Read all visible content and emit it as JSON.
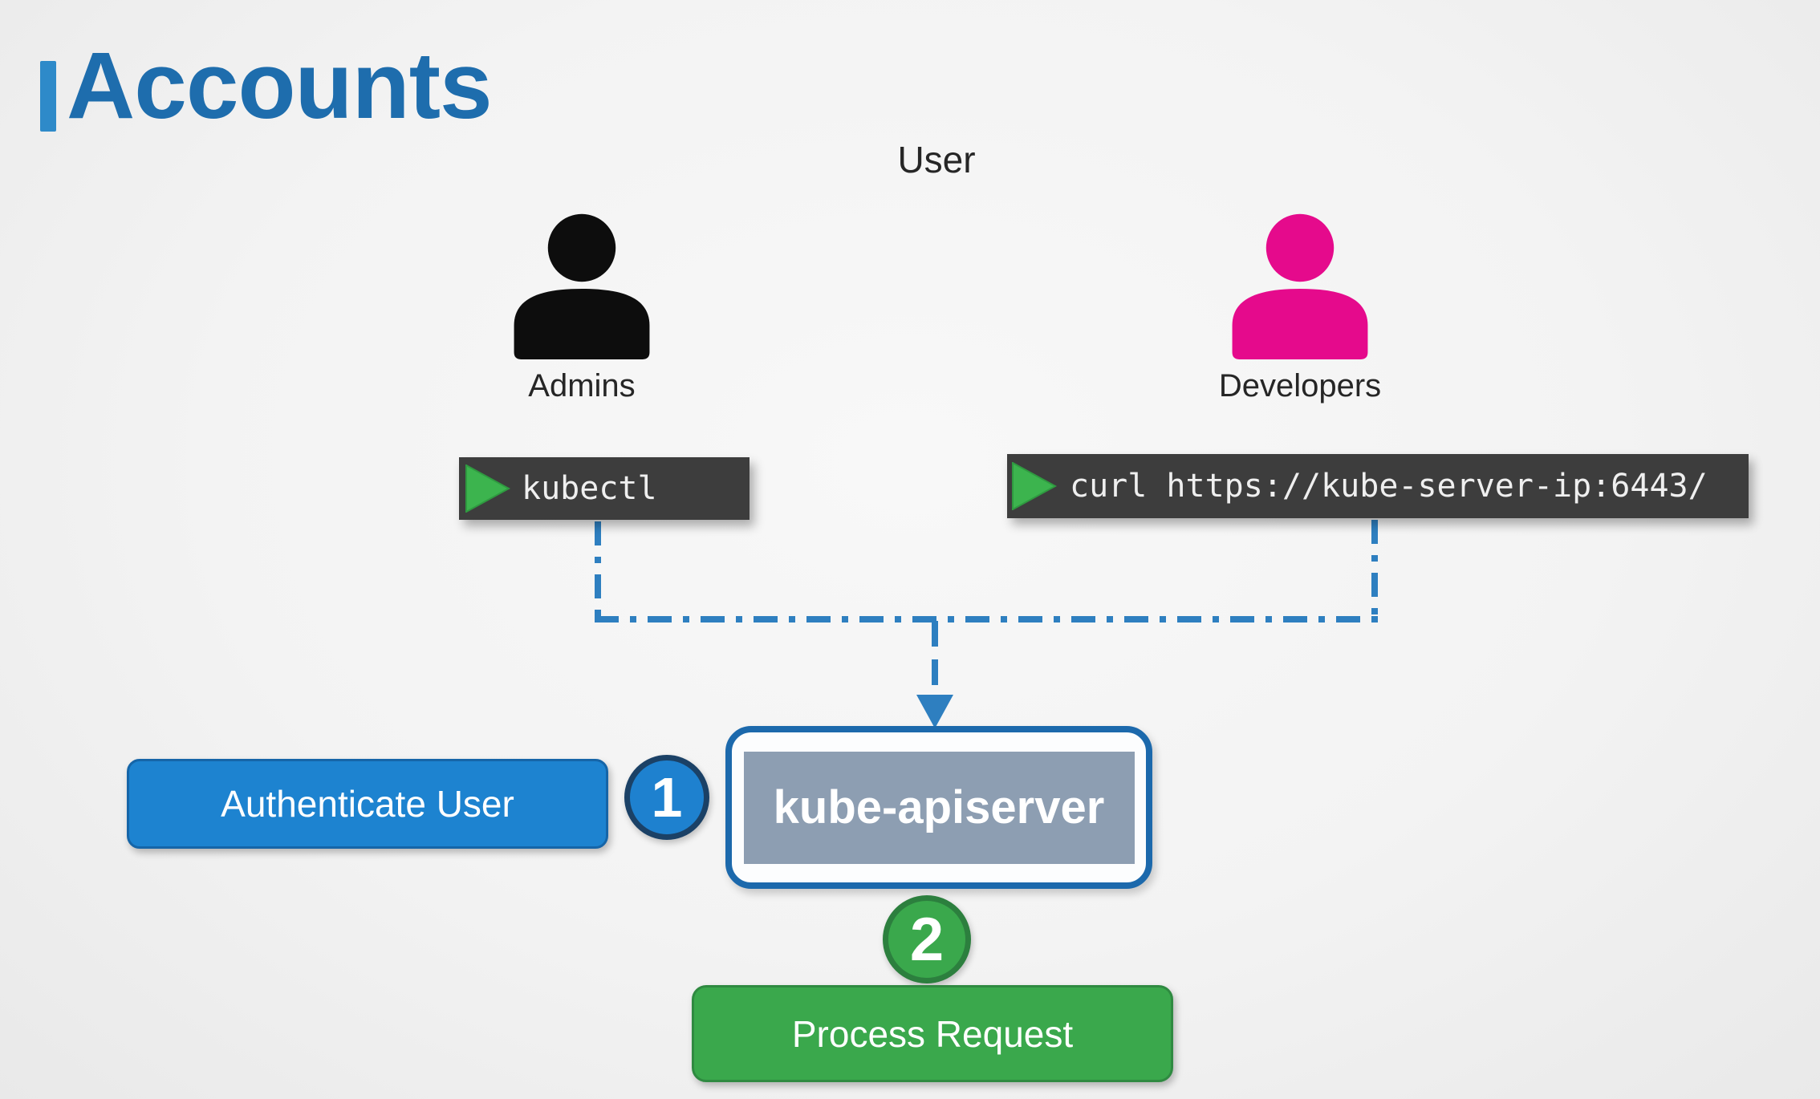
{
  "title": {
    "text": "Accounts",
    "text_color": "#1e6dad",
    "accent_bar_color": "#2e8ac9"
  },
  "user_group": {
    "label": "User",
    "actors": [
      {
        "name": "Admins",
        "icon": "person-icon",
        "color": "#0d0d0d"
      },
      {
        "name": "Developers",
        "icon": "person-icon",
        "color": "#e50a8c"
      }
    ]
  },
  "terminals": [
    {
      "command": "kubectl",
      "prompt_icon": "play-triangle-icon",
      "bg_color": "#3d3d3d",
      "prompt_color": "#3cb44e"
    },
    {
      "command": "curl https://kube-server-ip:6443/",
      "prompt_icon": "play-triangle-icon",
      "bg_color": "#3d3d3d",
      "prompt_color": "#3cb44e"
    }
  ],
  "apiserver": {
    "label": "kube-apiserver",
    "border_color": "#1c69ac",
    "fill_color": "#8d9eb2"
  },
  "steps": [
    {
      "number": "1",
      "label": "Authenticate User",
      "color": "#1d83d0",
      "ring_color": "#1b4166"
    },
    {
      "number": "2",
      "label": "Process Request",
      "color": "#3aa84c",
      "ring_color": "#2c7f3e"
    }
  ],
  "connector": {
    "color": "#2e7fc0",
    "style": "dash-dot"
  }
}
